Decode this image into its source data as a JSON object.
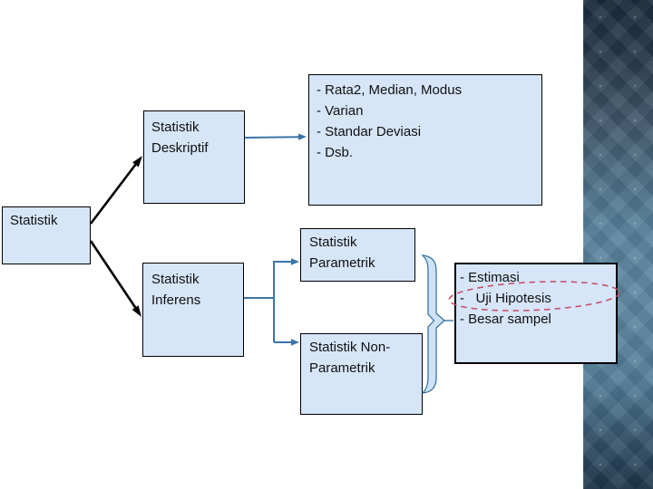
{
  "slide": {
    "nodes": {
      "root": {
        "lines": [
          "Statistik"
        ]
      },
      "deskriptif": {
        "lines": [
          "Statistik",
          "Deskriptif"
        ]
      },
      "inferens": {
        "lines": [
          "Statistik",
          "Inferens"
        ]
      },
      "parametrik": {
        "lines": [
          "Statistik",
          "Parametrik"
        ]
      },
      "nonparametrik": {
        "lines": [
          "Statistik Non-",
          "Parametrik"
        ]
      },
      "deskriptif_detail": {
        "items": [
          "- Rata2, Median, Modus",
          "- Varian",
          "- Standar Deviasi",
          "- Dsb."
        ]
      },
      "inferens_detail": {
        "items": [
          "- Estimasi",
          "-   Uji Hipotesis",
          "- Besar sampel"
        ]
      }
    },
    "colors": {
      "box_fill": "#d6e5f8",
      "box_border": "#000000",
      "connector_blue": "#3a74a8",
      "arrow_black": "#000000",
      "brace_fill": "#cfe2f7",
      "brace_stroke": "#2e6d99",
      "highlight_red": "#c44a63"
    }
  }
}
